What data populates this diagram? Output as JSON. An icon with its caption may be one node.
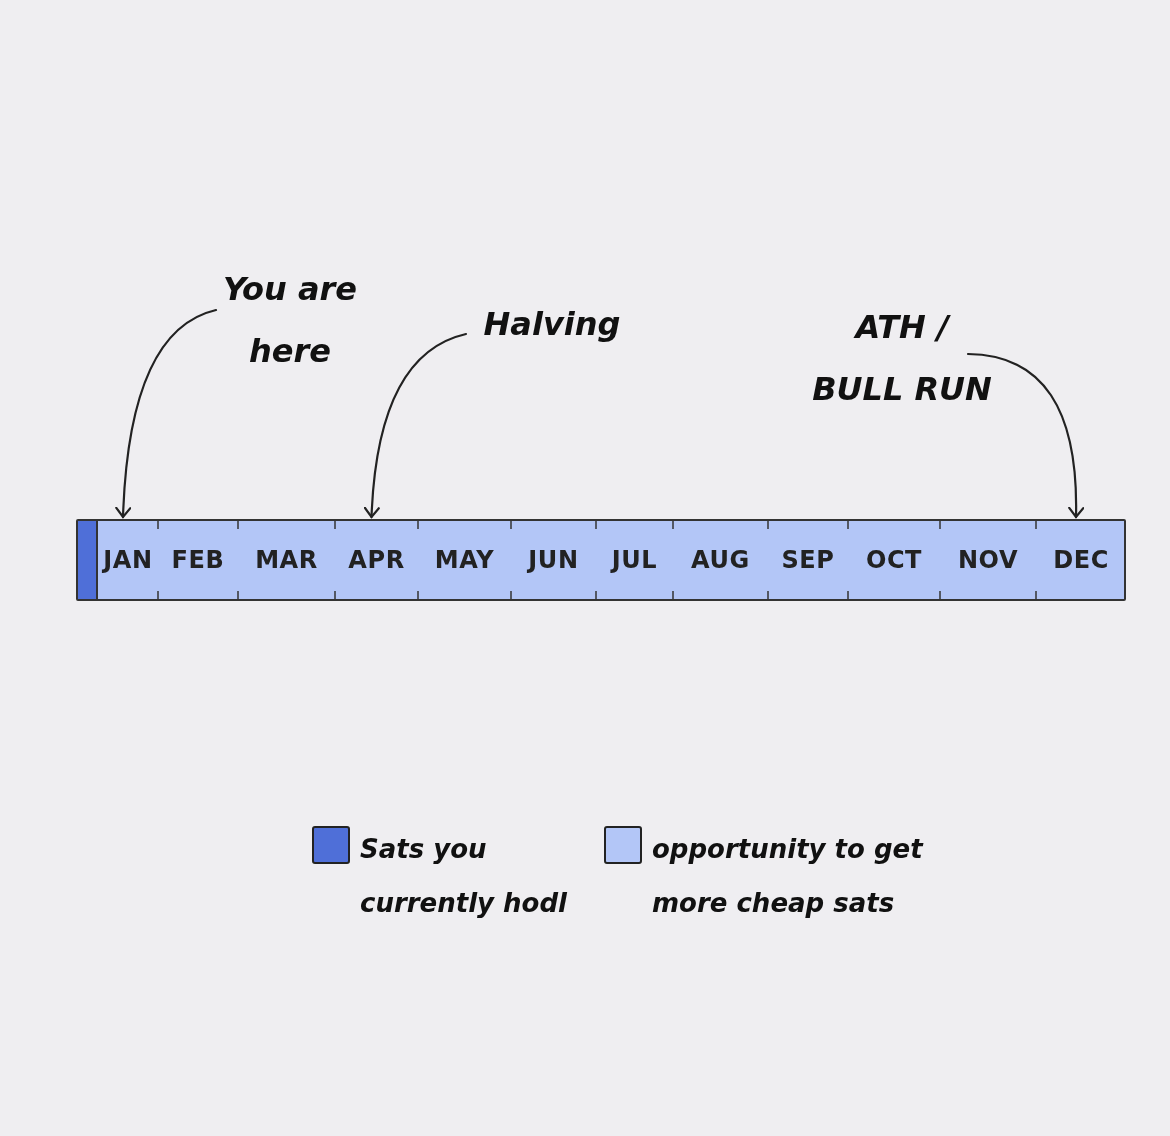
{
  "diagram": {
    "nodes": [
      {
        "text": [
          "You are here"
        ]
      },
      {
        "text": [
          "Halving"
        ]
      },
      {
        "text": [
          "ATH / BULL RUN"
        ]
      },
      {
        "text": [],
        "shape": "bar"
      },
      {
        "text": [],
        "shape": "bar",
        "in": 3
      },
      {
        "text": [
          "JAN"
        ],
        "in": 3
      },
      {
        "text": [
          "FEB"
        ],
        "in": 3
      },
      {
        "text": [
          "MAR"
        ],
        "in": 3
      },
      {
        "text": [
          "APR"
        ],
        "in": 3
      },
      {
        "text": [
          "MAY"
        ],
        "in": 3
      },
      {
        "text": [
          "JUN"
        ],
        "in": 3
      },
      {
        "text": [
          "JUL"
        ],
        "in": 3
      },
      {
        "text": [
          "AUG"
        ],
        "in": 3
      },
      {
        "text": [
          "SEP"
        ],
        "in": 3
      },
      {
        "text": [
          "OCT"
        ],
        "in": 3
      },
      {
        "text": [
          "NOV"
        ],
        "in": 3
      },
      {
        "text": [
          "DEC"
        ],
        "in": 3
      }
    ],
    "edges": [
      {
        "from": 0,
        "to": 5,
        "arrow": "to"
      },
      {
        "from": 1,
        "to": 8,
        "arrow": "to"
      },
      {
        "from": 2,
        "to": 16,
        "arrow": "to"
      }
    ],
    "legend": [
      {
        "text": "Sats you currently hodl",
        "color": "#4f6fd8"
      },
      {
        "text": "opportunity to get more cheap sats",
        "color": "#b3c6f7"
      }
    ]
  }
}
